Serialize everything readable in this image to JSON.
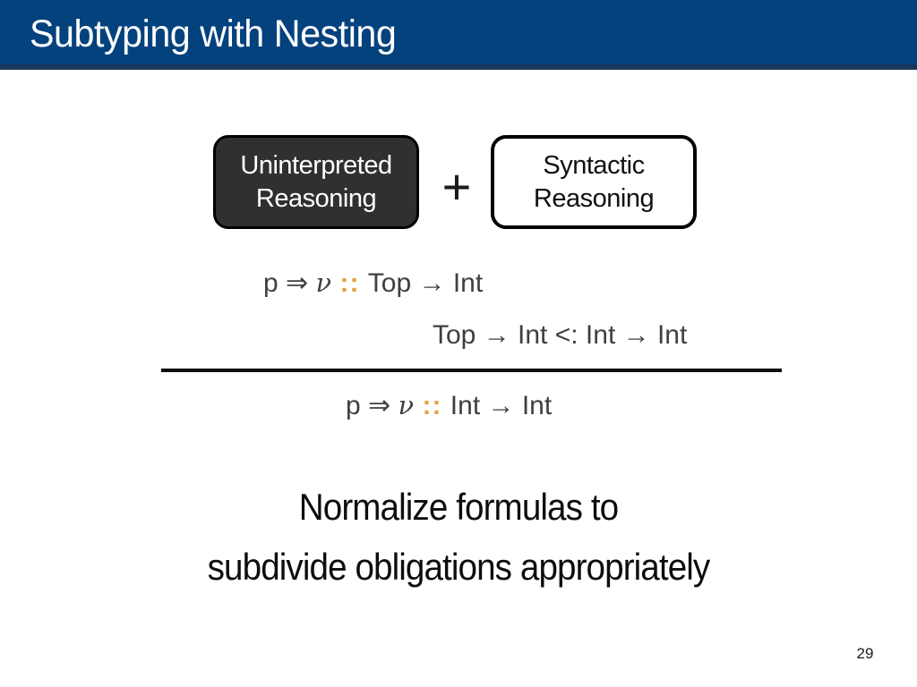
{
  "slide": {
    "title": "Subtyping with Nesting",
    "page_number": "29",
    "colors": {
      "title_bar_blue": "#04427E",
      "title_bar_accent": "#17375D",
      "colon_orange": "#E2A344",
      "dark_box_fill": "#303030",
      "formula_gray": "#3F3F3F"
    }
  },
  "reasoning_boxes": {
    "uninterpreted": {
      "line1": "Uninterpreted",
      "line2": "Reasoning"
    },
    "plus_sign": "+",
    "syntactic": {
      "line1": "Syntactic",
      "line2": "Reasoning"
    }
  },
  "derivation": {
    "premise": {
      "prefix": "p ⇒ ",
      "nu": "ν",
      "colons": " :: ",
      "type": "Top → Int"
    },
    "side_condition": "Top → Int <: Int → Int",
    "conclusion": {
      "prefix": "p ⇒ ",
      "nu": "ν",
      "colons": " :: ",
      "type": "Int → Int"
    }
  },
  "message": {
    "line1": "Normalize formulas to",
    "line2": "subdivide obligations appropriately"
  }
}
